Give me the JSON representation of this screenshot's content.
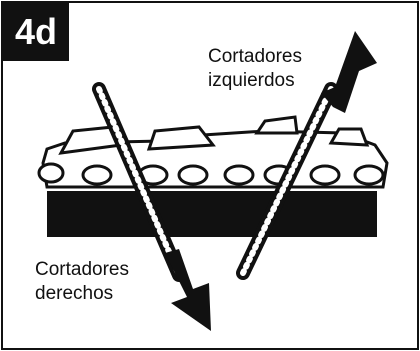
{
  "figure": {
    "step_label": "4d",
    "left_cutters_label": [
      "Cortadores",
      "izquierdos"
    ],
    "right_cutters_label": [
      "Cortadores",
      "derechos"
    ]
  },
  "colors": {
    "ink": "#111111",
    "background": "#ffffff",
    "file_hatch": "#ffffff"
  },
  "icons": {
    "chain": "saw-chain-icon",
    "file_left": "round-file-icon",
    "file_right": "round-file-icon",
    "arrow_up": "arrow-up-right-icon",
    "arrow_down": "arrow-down-right-icon"
  }
}
